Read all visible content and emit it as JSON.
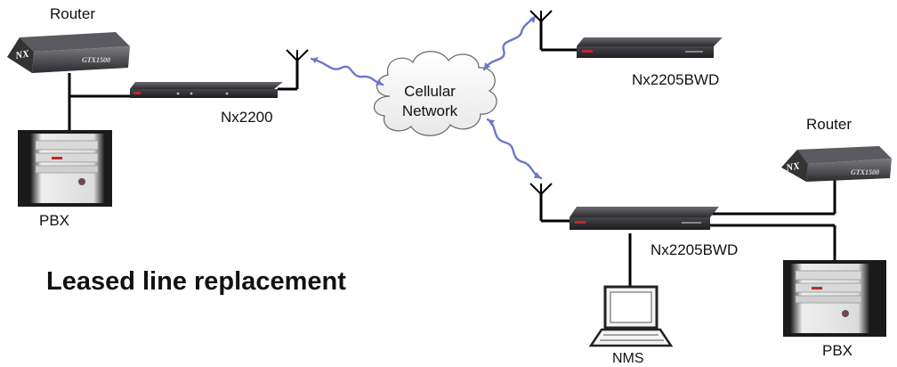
{
  "diagram": {
    "title": "Leased line replacement",
    "cloud_label_line1": "Cellular",
    "cloud_label_line2": "Network",
    "labels": {
      "router_left": "Router",
      "router_right": "Router",
      "pbx_left": "PBX",
      "pbx_right": "PBX",
      "nx2200": "Nx2200",
      "nx2205_top": "Nx2205BWD",
      "nx2205_bottom": "Nx2205BWD",
      "nms": "NMS"
    },
    "router_model_text": "GTX1500",
    "colors": {
      "wire": "#000000",
      "wireless_link": "#6a78c8",
      "device_body": "#3a3a3e",
      "device_accent": "#c0282a"
    }
  }
}
